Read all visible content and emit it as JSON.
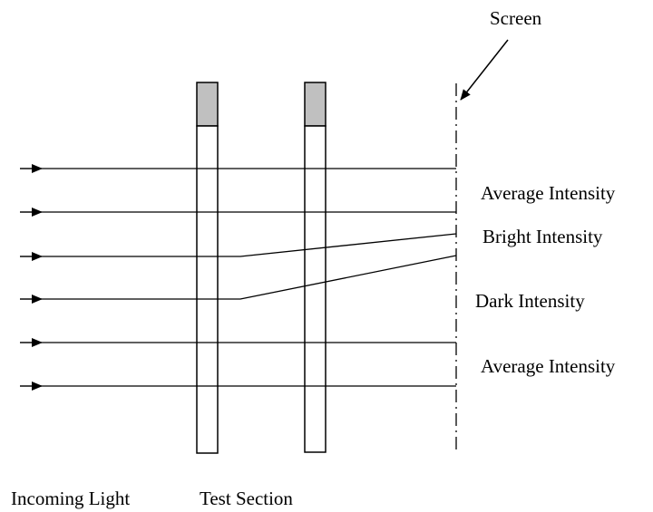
{
  "labels": {
    "screen": "Screen",
    "average_intensity_top": "Average Intensity",
    "bright_intensity": "Bright Intensity",
    "dark_intensity": "Dark Intensity",
    "average_intensity_bottom": "Average Intensity",
    "incoming_light": "Incoming Light",
    "test_section": "Test Section"
  },
  "colors": {
    "line": "#000000",
    "cap_fill": "#c0c0c0",
    "background": "#ffffff"
  }
}
